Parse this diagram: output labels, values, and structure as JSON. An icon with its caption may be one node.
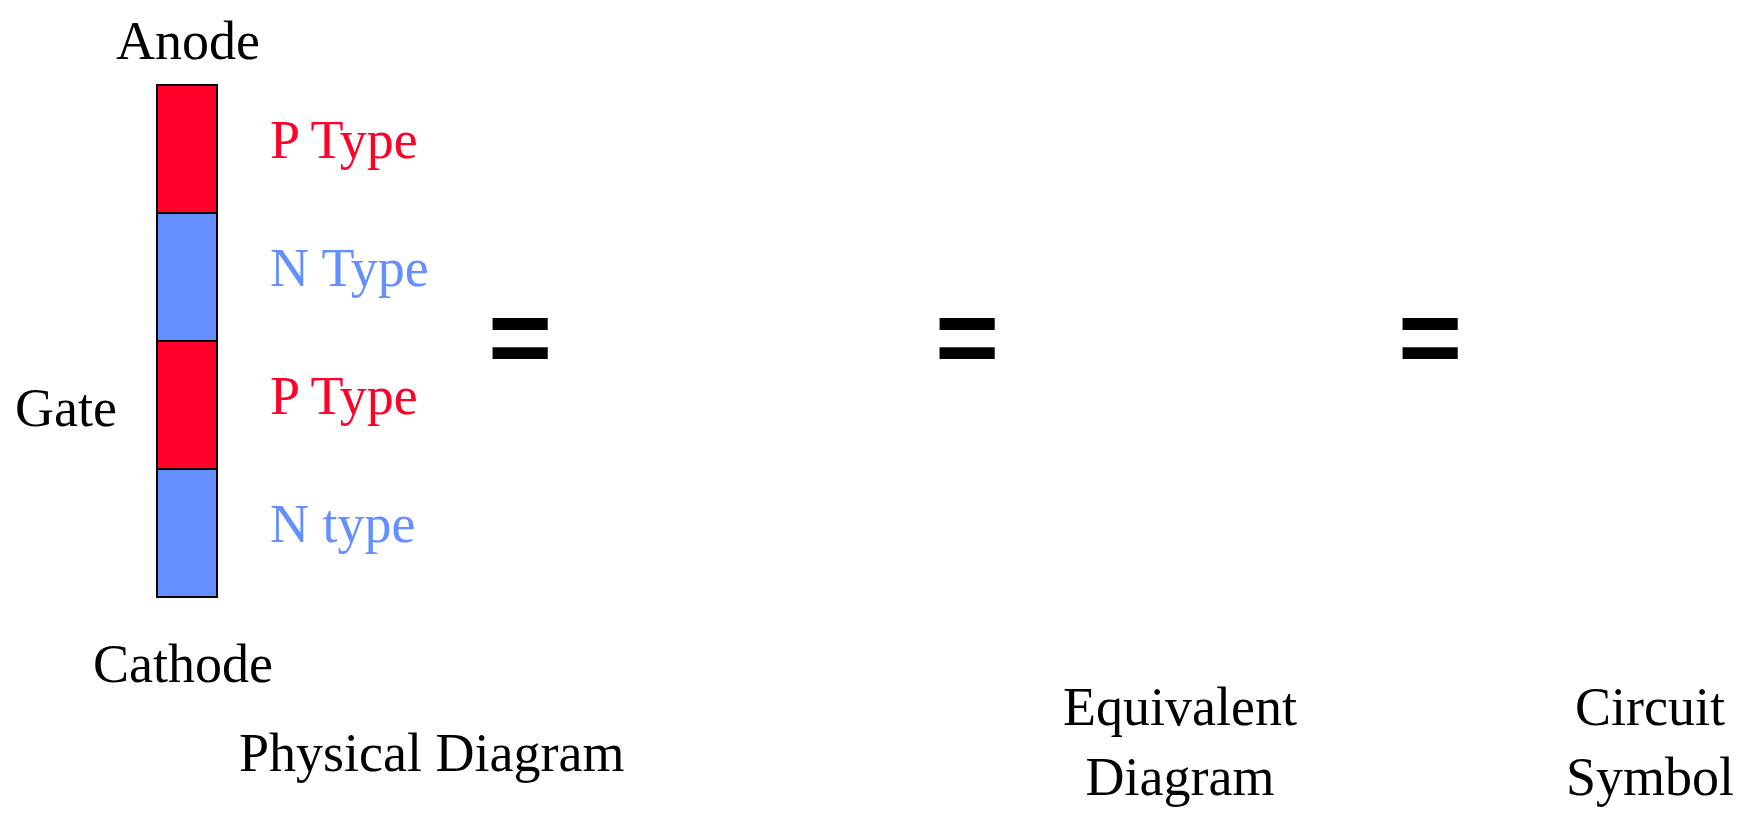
{
  "diagram": {
    "nodes": [
      {
        "text": [],
        "shape": "box",
        "beside": [
          "P Type"
        ]
      },
      {
        "text": [],
        "shape": "box",
        "beside": [
          "N Type"
        ]
      },
      {
        "text": [],
        "shape": "box",
        "beside": [
          "P Type"
        ]
      },
      {
        "text": [],
        "shape": "box",
        "beside": [
          "N type"
        ]
      }
    ],
    "edges": [],
    "labels": [
      "Anode",
      "Gate",
      "Cathode",
      "=",
      "=",
      "=",
      "Physical Diagram",
      "Equivalent Diagram",
      "Circuit Symbol"
    ]
  }
}
